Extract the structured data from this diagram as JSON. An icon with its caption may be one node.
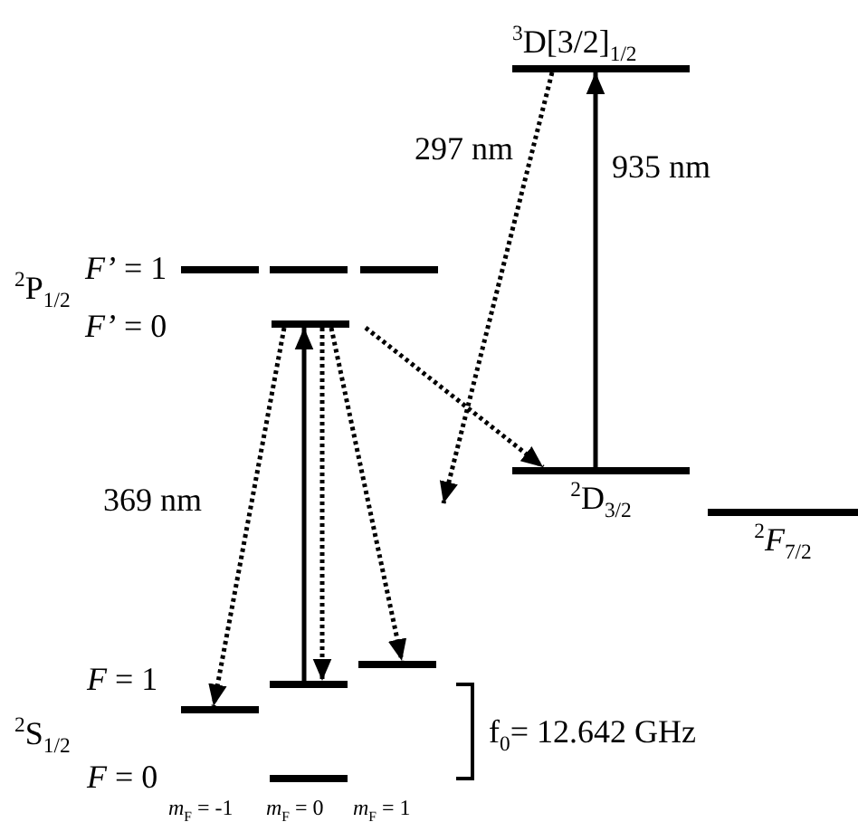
{
  "diagram": {
    "nodes": [
      {
        "text": [
          "$^{3}$D[3/2]$_{1/2}$"
        ]
      },
      {
        "text": [],
        "shape": "bar"
      },
      {
        "text": [],
        "shape": "bar"
      },
      {
        "text": [],
        "shape": "bar"
      },
      {
        "text": [],
        "shape": "bar"
      },
      {
        "text": [
          "$^{2}$D$_{3/2}$"
        ]
      },
      {
        "text": [
          "$^{2}$*F*$_{7/2}$"
        ]
      },
      {
        "text": [],
        "shape": "bar"
      },
      {
        "text": [],
        "shape": "bar"
      },
      {
        "text": [],
        "shape": "bar"
      },
      {
        "text": [],
        "shape": "bar"
      }
    ],
    "edges": [
      {
        "from": 0,
        "to": null,
        "arrow": "to",
        "label": "297 nm",
        "style": "dashed"
      },
      {
        "from": 5,
        "to": 0,
        "arrow": "to",
        "label": "935 nm"
      },
      {
        "from": 4,
        "to": 5,
        "arrow": "to",
        "style": "dashed"
      },
      {
        "from": 8,
        "to": 4,
        "arrow": "to",
        "label": "369 nm"
      },
      {
        "from": 4,
        "to": 7,
        "arrow": "to",
        "style": "dashed"
      },
      {
        "from": 4,
        "to": 8,
        "arrow": "to",
        "style": "dashed"
      },
      {
        "from": 4,
        "to": 9,
        "arrow": "to",
        "style": "dashed"
      }
    ],
    "labels": [
      "*F’* = 1",
      "$^{2}$P$_{1/2}$",
      "*F’* = 0",
      "*F* = 1",
      "$^{2}$S$_{1/2}$",
      "*F* = 0",
      "*m*$_{F}$ = -1",
      "*m*$_{F}$ = 0",
      "*m*$_{F}$ = 1",
      "f$_{0}$= 12.642 GHz"
    ]
  }
}
